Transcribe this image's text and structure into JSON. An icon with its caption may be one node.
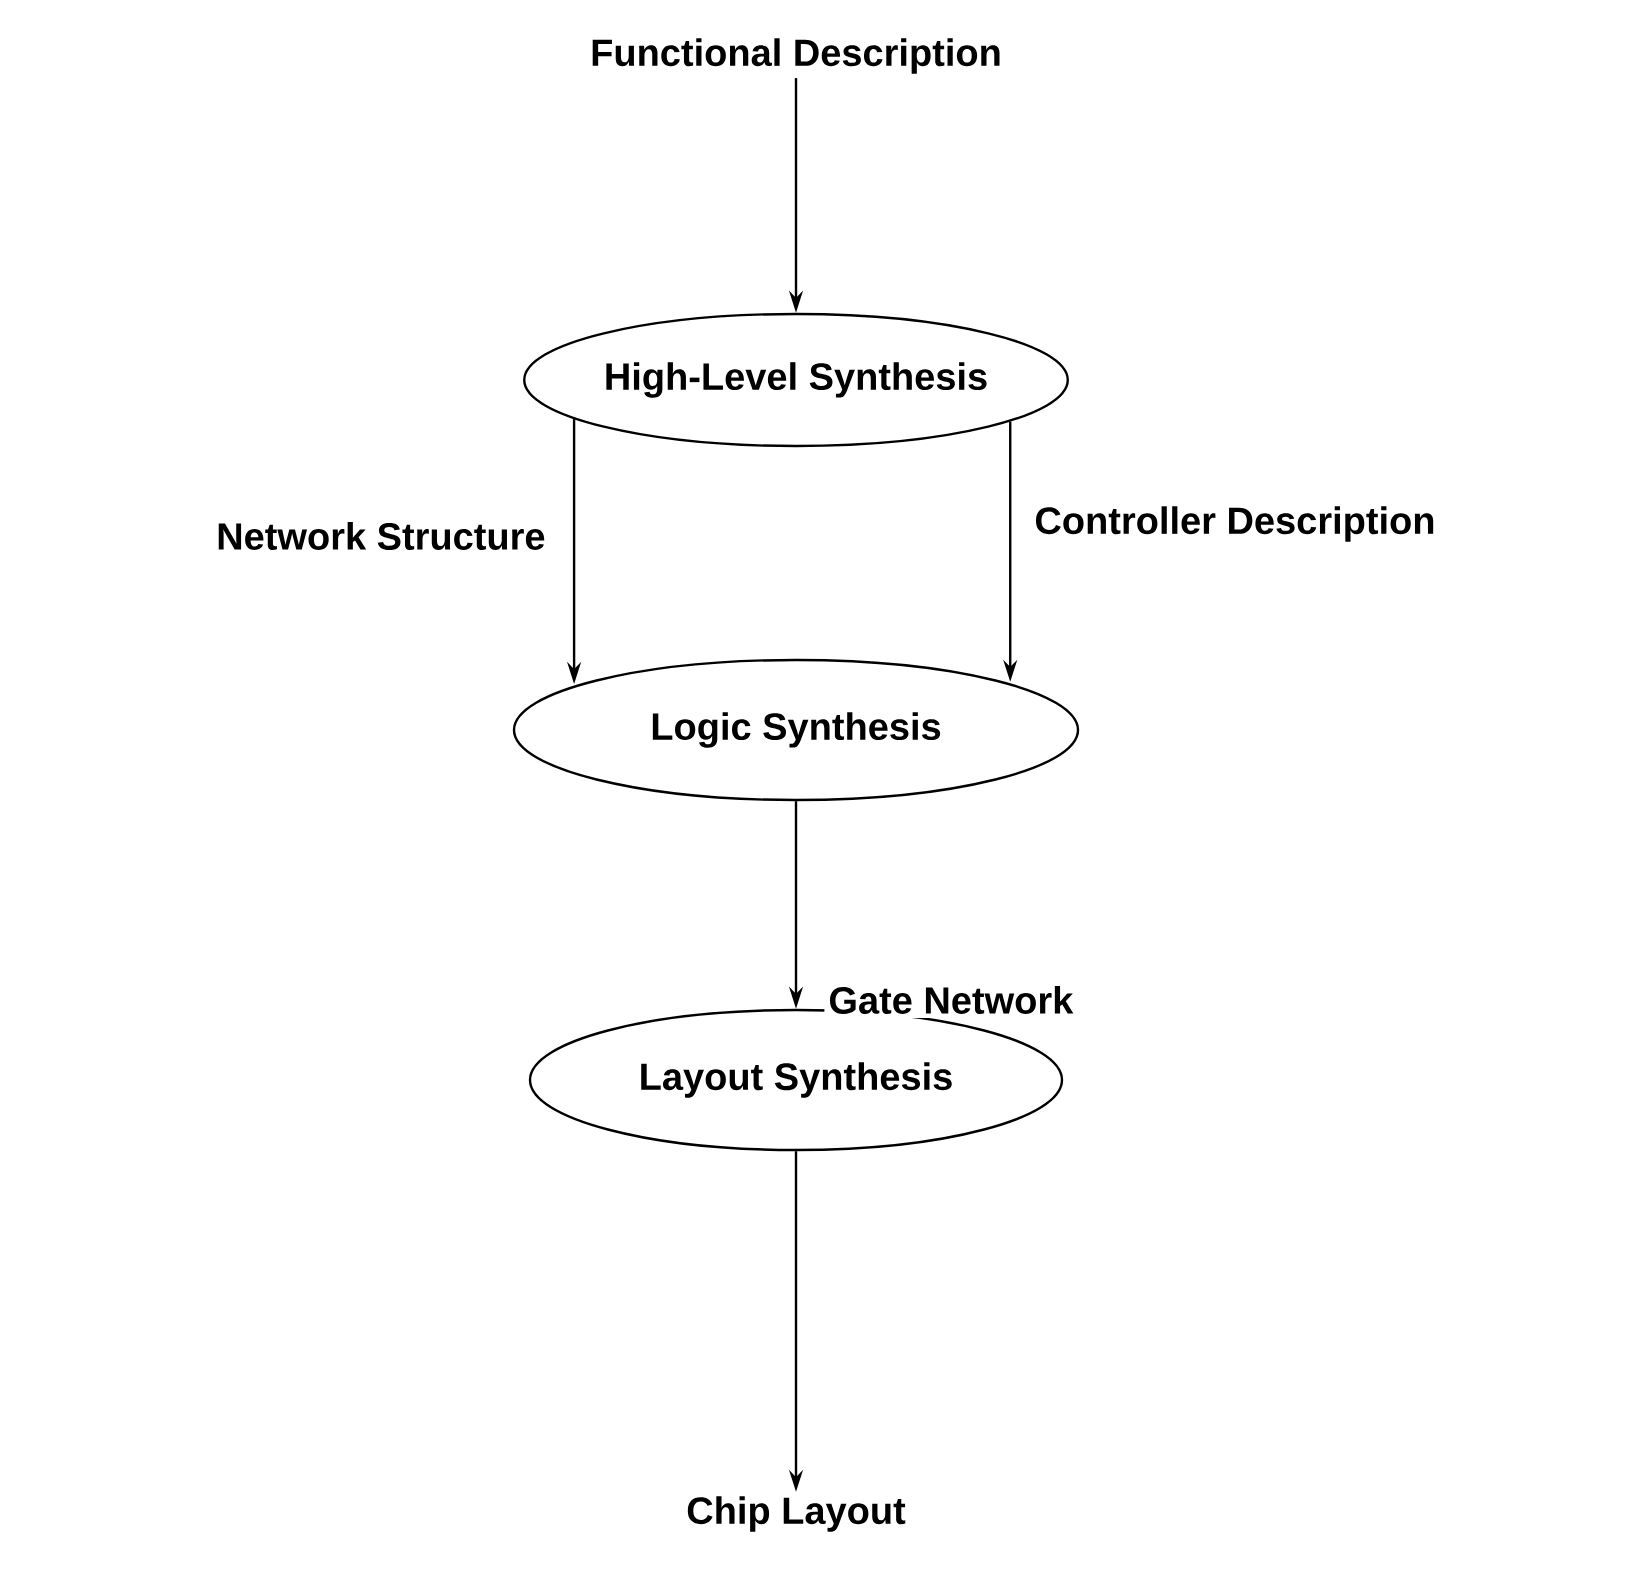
{
  "diagram": {
    "nodes": [
      {
        "text": [
          "Functional Description"
        ]
      },
      {
        "text": [
          "High-Level Synthesis"
        ]
      },
      {
        "text": [
          "Logic Synthesis"
        ]
      },
      {
        "text": [
          "Layout Synthesis"
        ]
      },
      {
        "text": [
          "Chip Layout"
        ]
      }
    ],
    "edges": [
      {
        "from": 0,
        "to": 1,
        "arrow": "to"
      },
      {
        "from": 1,
        "to": 2,
        "arrow": "to",
        "label": "Network Structure"
      },
      {
        "from": 1,
        "to": 2,
        "arrow": "to",
        "label": "Controller Description"
      },
      {
        "from": 2,
        "to": 3,
        "arrow": "to",
        "label": "Gate Network"
      },
      {
        "from": 3,
        "to": 4,
        "arrow": "to"
      }
    ]
  }
}
